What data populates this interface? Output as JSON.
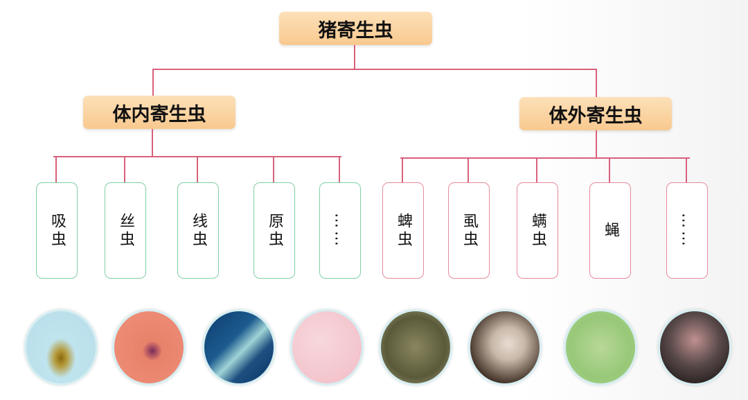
{
  "root": {
    "label": "猪寄生虫"
  },
  "internal": {
    "label": "体内寄生虫",
    "children": [
      "吸虫",
      "丝虫",
      "线虫",
      "原虫",
      "……"
    ]
  },
  "external": {
    "label": "体外寄生虫",
    "children": [
      "蜱虫",
      "虱虫",
      "螨虫",
      "蝇",
      "……"
    ]
  },
  "colors": {
    "header": "#f8c98f",
    "connector": "#d9607a",
    "internal_border": "#7fcfa6",
    "external_border": "#e58a9c"
  },
  "images": [
    "fluke-photo",
    "filaria-photo",
    "nematode-photo",
    "protozoa-photo",
    "tick-photo",
    "louse-photo",
    "mite-photo",
    "fly-maggot-photo"
  ]
}
